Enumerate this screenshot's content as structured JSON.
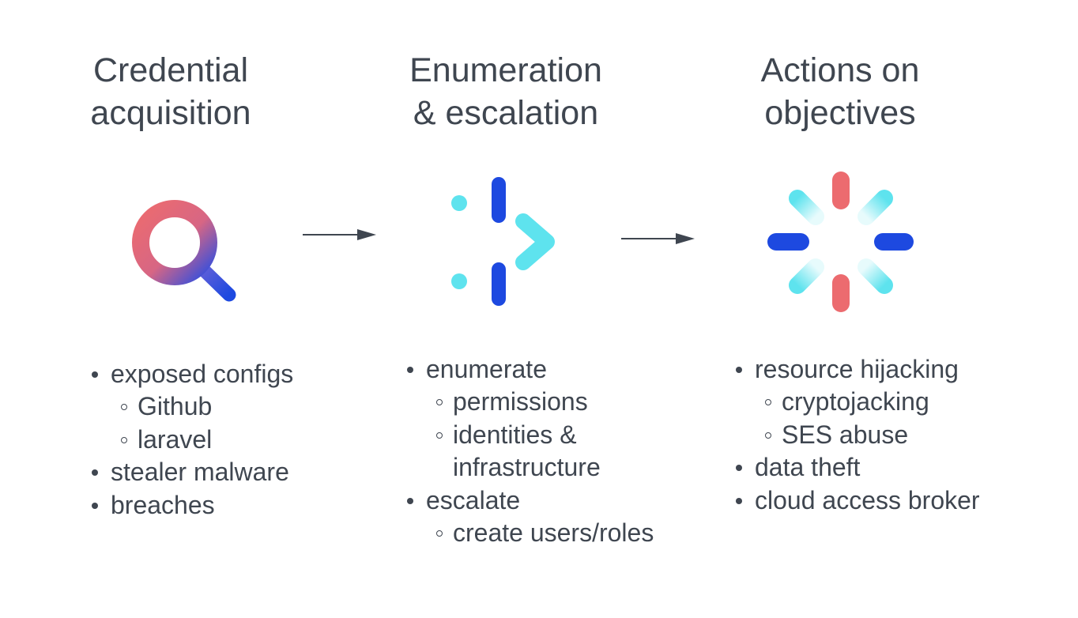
{
  "columns": [
    {
      "title": "Credential\nacquisition",
      "icon": "magnifier-icon",
      "bullets": [
        {
          "text": "exposed configs",
          "sub": [
            "Github",
            "laravel"
          ]
        },
        {
          "text": "stealer malware",
          "sub": []
        },
        {
          "text": "breaches",
          "sub": []
        }
      ]
    },
    {
      "title": "Enumeration\n& escalation",
      "icon": "escalation-arrow-icon",
      "bullets": [
        {
          "text": "enumerate",
          "sub": [
            "permissions",
            "identities &\ninfrastructure"
          ]
        },
        {
          "text": "escalate",
          "sub": [
            "create users/roles"
          ]
        }
      ]
    },
    {
      "title": "Actions on\nobjectives",
      "icon": "burst-icon",
      "bullets": [
        {
          "text": "resource hijacking",
          "sub": [
            "cryptojacking",
            "SES abuse"
          ]
        },
        {
          "text": "data theft",
          "sub": []
        },
        {
          "text": "cloud access broker",
          "sub": []
        }
      ]
    }
  ],
  "colors": {
    "text": "#3f4650",
    "coral": "#ec6b6f",
    "blue": "#1d49e0",
    "cyan": "#5ee3ee",
    "arrow": "#3f4650"
  }
}
